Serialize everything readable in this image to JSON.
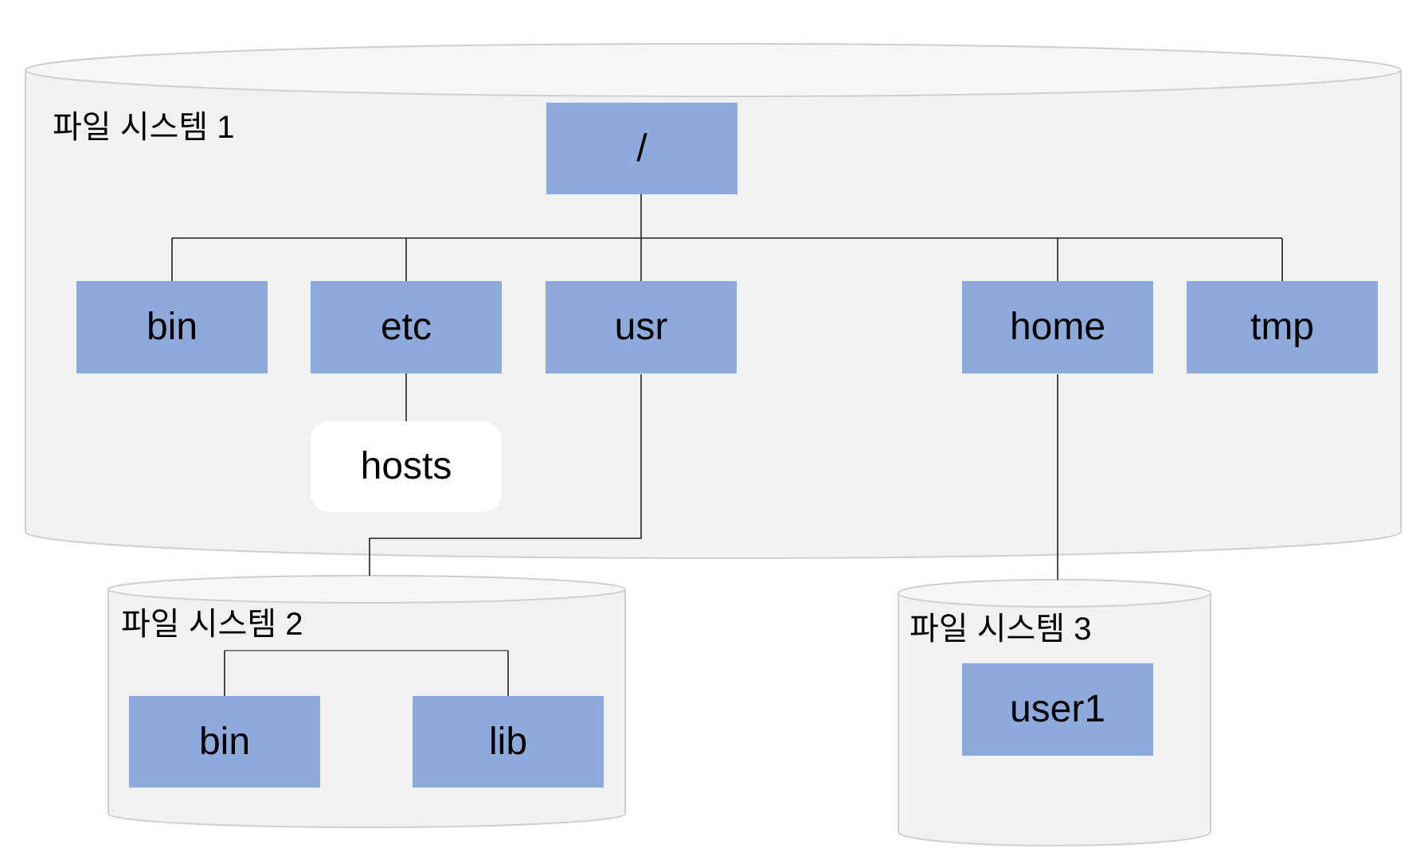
{
  "colors": {
    "directory_fill": "#8EAADB",
    "file_fill": "#FFFFFF",
    "cylinder_body": "#F1F1F1",
    "cylinder_lid": "#F6F6F6",
    "cylinder_border": "#CFCFCF",
    "connector": "#1F1F1F",
    "connector_muted": "#7F7F7F",
    "text": "#000000"
  },
  "filesystems": {
    "fs1": {
      "label": "파일 시스템 1"
    },
    "fs2": {
      "label": "파일 시스템 2"
    },
    "fs3": {
      "label": "파일 시스템 3"
    }
  },
  "nodes": {
    "root": {
      "label": "/"
    },
    "bin1": {
      "label": "bin"
    },
    "etc": {
      "label": "etc"
    },
    "usr": {
      "label": "usr"
    },
    "home": {
      "label": "home"
    },
    "tmp": {
      "label": "tmp"
    },
    "hosts": {
      "label": "hosts"
    },
    "bin2": {
      "label": "bin"
    },
    "lib": {
      "label": "lib"
    },
    "user1": {
      "label": "user1"
    }
  }
}
